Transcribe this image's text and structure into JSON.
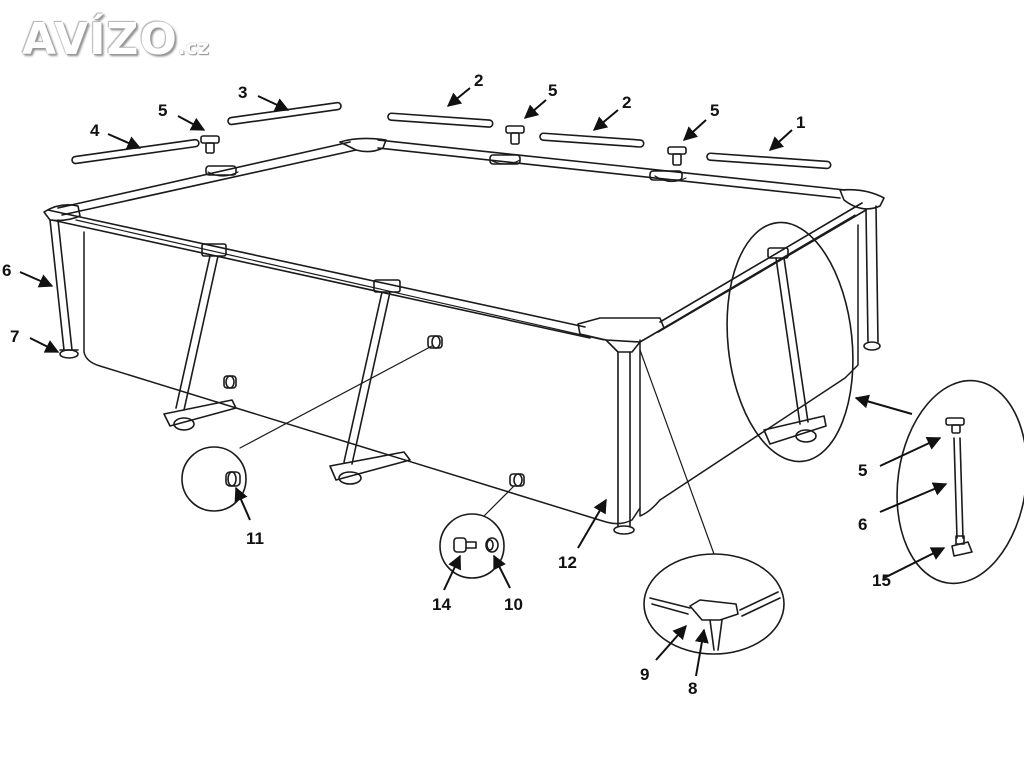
{
  "logo": {
    "main": "AVÍZO",
    "suffix": ".cz"
  },
  "labels": {
    "top_rail_1": "1",
    "top_rail_2a": "2",
    "top_rail_2b": "2",
    "top_rail_3": "3",
    "top_rail_4": "4",
    "t_joint_5a": "5",
    "t_joint_5b": "5",
    "t_joint_5c": "5",
    "t_joint_5_detail": "5",
    "leg_6": "6",
    "leg_6_detail": "6",
    "foot_7": "7",
    "corner_8": "8",
    "pin_9": "9",
    "plug_10": "10",
    "valve_11": "11",
    "liner_12": "12",
    "stopper_14": "14",
    "base_15": "15"
  }
}
